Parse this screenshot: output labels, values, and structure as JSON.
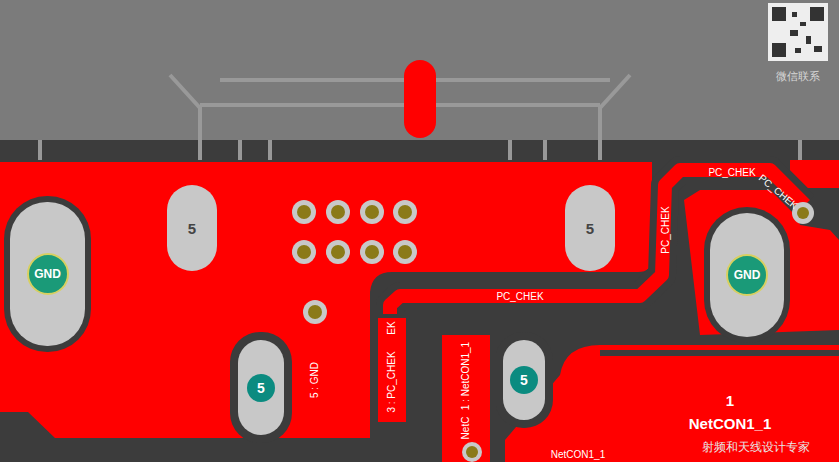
{
  "diagram": {
    "nodes": [
      {
        "text": [
          "GND"
        ]
      },
      {
        "text": [
          "5"
        ]
      },
      {
        "text": [
          "5"
        ]
      },
      {
        "text": [
          "GND"
        ]
      },
      {
        "text": [
          "5"
        ]
      },
      {
        "text": [
          "5"
        ]
      },
      {
        "text": [
          "1",
          "NetCON1_1"
        ]
      }
    ],
    "labels": [
      "微信联系",
      "PC_CHEK",
      "PC_CHEK",
      "PC_CHEK",
      "PC_CHEK",
      "EK",
      "3 : PC_CHEK",
      "5 : GND",
      "1 : NetCON1_1",
      "NetC",
      "NetCON1_1",
      "射频和天线设计专家"
    ]
  }
}
